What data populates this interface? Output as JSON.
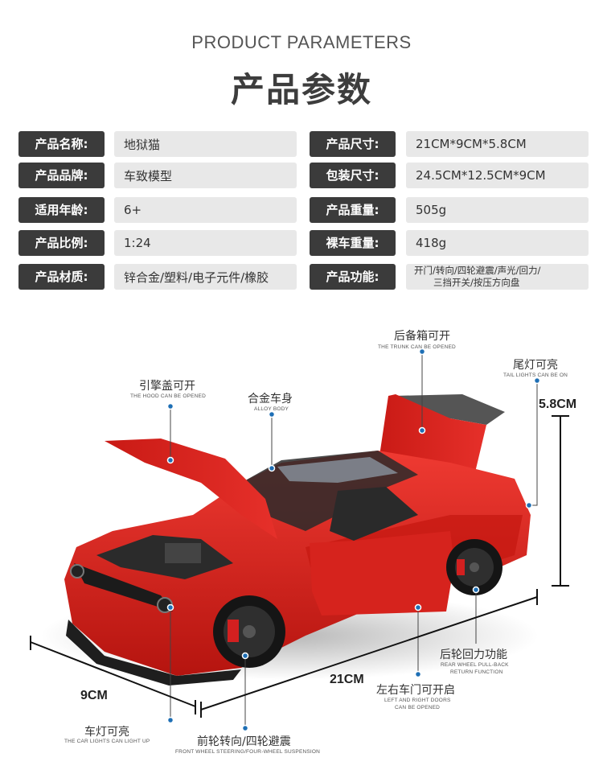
{
  "header": {
    "title_en": "PRODUCT PARAMETERS",
    "title_cn": "产品参数"
  },
  "params": {
    "left": [
      {
        "label": "产品名称:",
        "value": "地狱猫"
      },
      {
        "label": "产品品牌:",
        "value": "车致模型"
      },
      {
        "label": "适用年龄:",
        "value": "6+"
      },
      {
        "label": "产品比例:",
        "value": "1:24"
      },
      {
        "label": "产品材质:",
        "value": "锌合金/塑料/电子元件/橡胶"
      }
    ],
    "right": [
      {
        "label": "产品尺寸:",
        "value": "21CM*9CM*5.8CM"
      },
      {
        "label": "包装尺寸:",
        "value": "24.5CM*12.5CM*9CM"
      },
      {
        "label": "产品重量:",
        "value": "505g"
      },
      {
        "label": "裸车重量:",
        "value": "418g"
      },
      {
        "label": "产品功能:",
        "value_line1": "开门/转向/四轮避震/声光/回力/",
        "value_line2": "三挡开关/按压方向盘"
      }
    ]
  },
  "annotations": {
    "trunk": {
      "cn": "后备箱可开",
      "en": "THE TRUNK CAN BE OPENED"
    },
    "tail_lights": {
      "cn": "尾灯可亮",
      "en": "TAIL LIGHTS CAN BE ON"
    },
    "hood": {
      "cn": "引擎盖可开",
      "en": "THE HOOD CAN BE OPENED"
    },
    "alloy": {
      "cn": "合金车身",
      "en": "ALLOY BODY"
    },
    "rear_wheel": {
      "cn": "后轮回力功能",
      "en1": "REAR WHEEL PULL-BACK",
      "en2": "RETURN FUNCTION"
    },
    "doors": {
      "cn": "左右车门可开启",
      "en1": "LEFT AND RIGHT DOORS",
      "en2": "CAN BE OPENED"
    },
    "headlights": {
      "cn": "车灯可亮",
      "en": "THE CAR LIGHTS CAN LIGHT UP"
    },
    "front_wheel": {
      "cn": "前轮转向/四轮避震",
      "en": "FRONT WHEEL STEERING/FOUR-WHEEL SUSPENSION"
    }
  },
  "dimensions": {
    "height": "5.8CM",
    "length": "21CM",
    "width": "9CM"
  },
  "colors": {
    "label_bg": "#3b3b3b",
    "value_bg": "#e8e8e8",
    "car_red": "#d8231f",
    "marker_blue": "#1e6fb5"
  }
}
